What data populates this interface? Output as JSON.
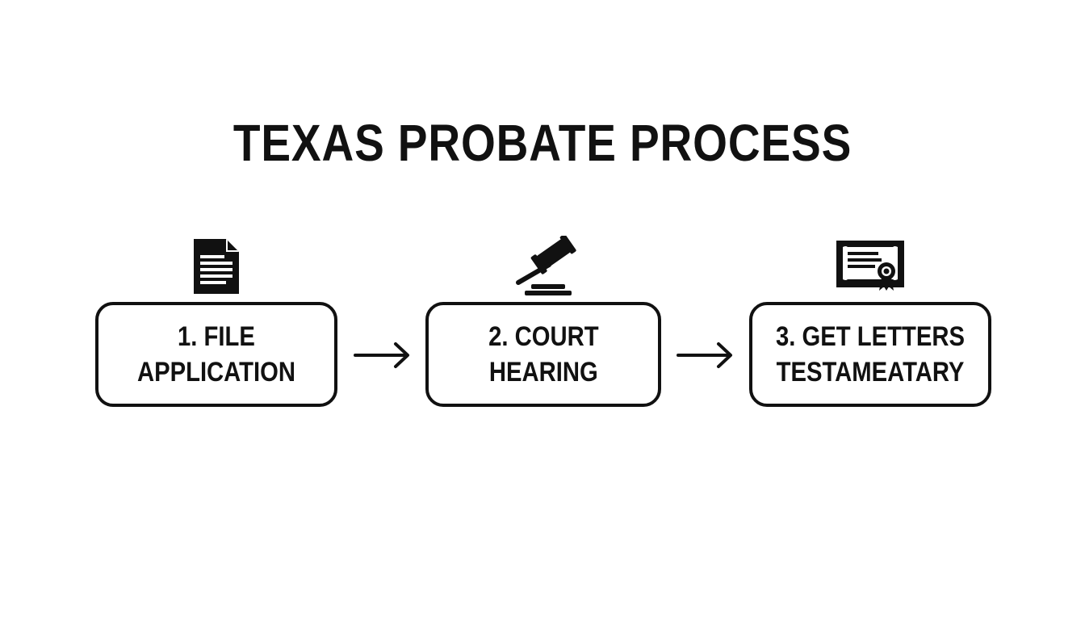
{
  "title": "TEXAS PROBATE PROCESS",
  "steps": [
    {
      "label": "1. FILE\nAPPLICATION",
      "icon": "document-icon"
    },
    {
      "label": "2. COURT\nHEARING",
      "icon": "gavel-icon"
    },
    {
      "label": "3. GET LETTERS\nTESTAMEATARY",
      "icon": "certificate-icon"
    }
  ],
  "colors": {
    "ink": "#111111",
    "background": "#ffffff"
  }
}
